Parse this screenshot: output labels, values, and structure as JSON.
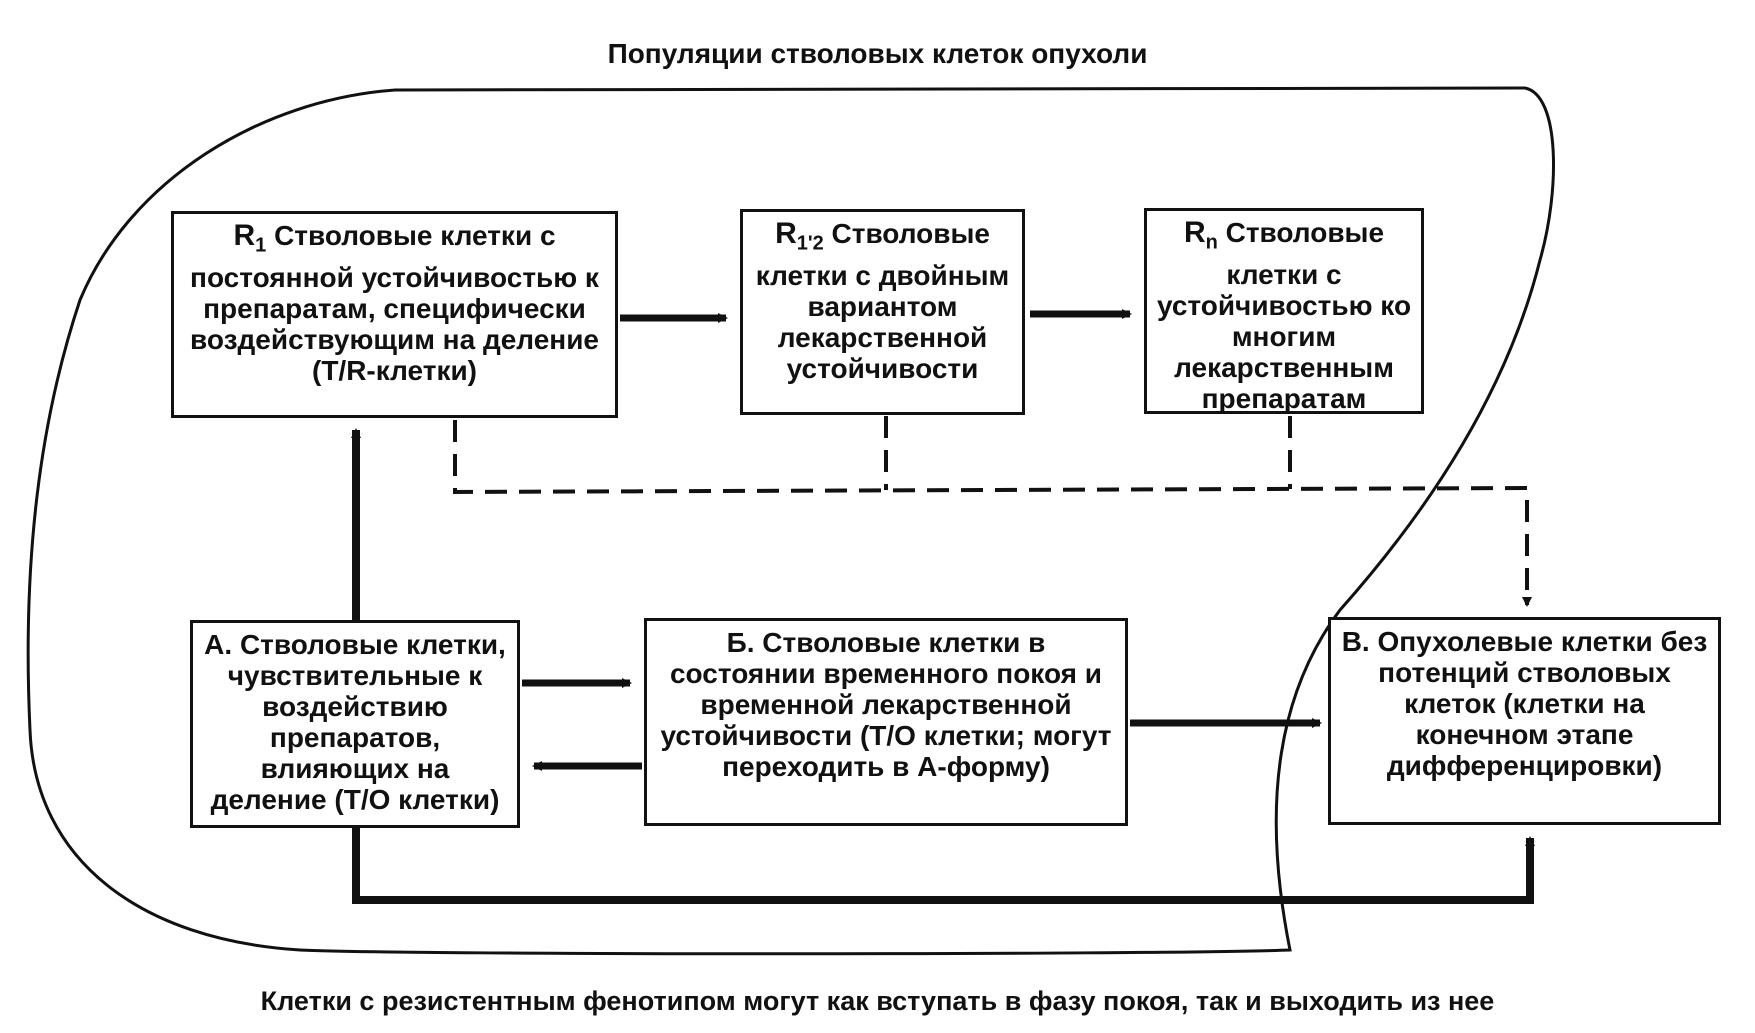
{
  "title": "Популяции стволовых клеток опухоли",
  "caption": "Клетки с резистентным фенотипом могут как вступать в фазу покоя, так и выходить из нее",
  "boxes": {
    "r1": {
      "label": "R",
      "sub": "1",
      "text": "Стволовые клетки с постоянной устойчивостью к препаратам, специфически воздействующим на деление (T/R-клетки)"
    },
    "r12": {
      "label": "R",
      "sub": "1'2",
      "text": "Стволовые клетки с двойным вариантом лекарственной устойчивости"
    },
    "rn": {
      "label": "R",
      "sub": "n",
      "text": "Стволовые клетки с устойчивостью ко многим лекарственным препаратам"
    },
    "a": {
      "text": "А. Стволовые клетки, чувствительные к воздействию препаратов, влияющих на деление (Т/О клетки)"
    },
    "b": {
      "text": "Б. Стволовые клетки в состоянии временного покоя и временной лекарственной устойчивости (Т/О клетки; могут переходить в А-форму)"
    },
    "v": {
      "text": "В. Опухолевые клетки без потенций стволовых клеток (клетки на конечном этапе дифференцировки)"
    }
  }
}
